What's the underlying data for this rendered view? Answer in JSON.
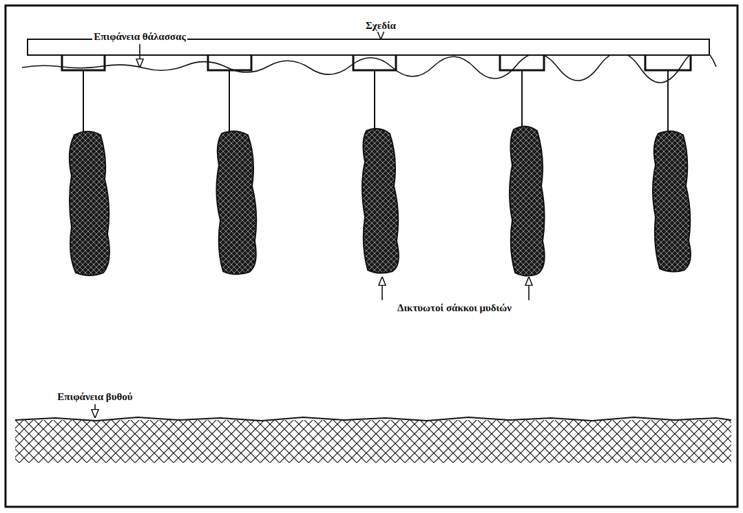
{
  "diagram": {
    "labels": [
      "Σχεδία",
      "Επιφάνεια θάλασσας",
      "Δικτυωτοί σάκκοι μυδιών",
      "Επιφάνεια βυθού"
    ]
  }
}
